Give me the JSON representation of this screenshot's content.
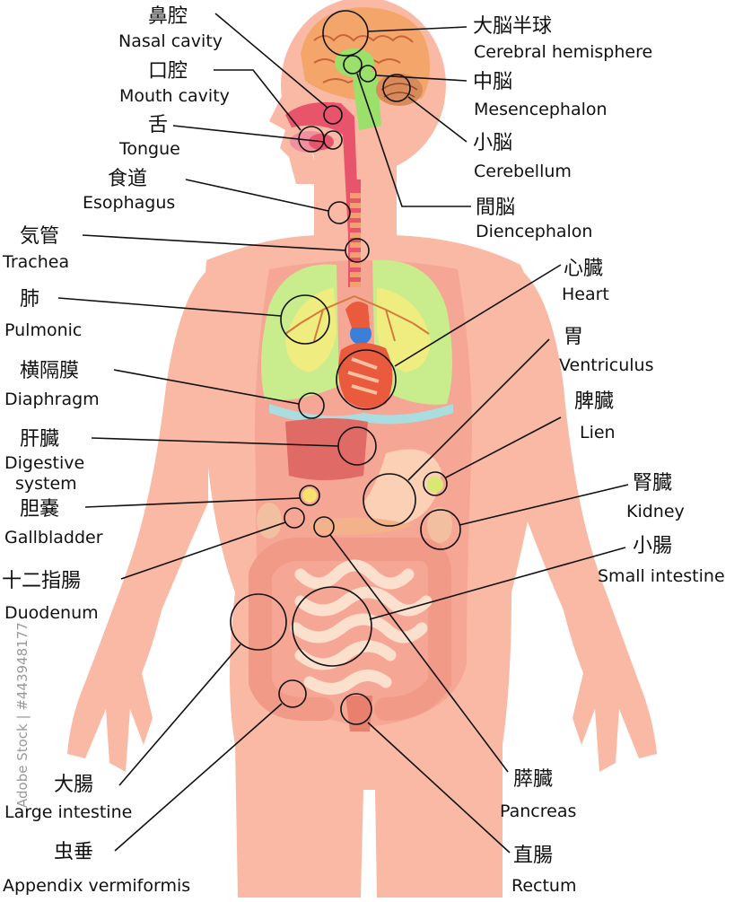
{
  "labels": {
    "cerebral_hemisphere": {
      "ja": "大脳半球",
      "en": "Cerebral hemisphere"
    },
    "mesencephalon": {
      "ja": "中脳",
      "en": "Mesencephalon"
    },
    "cerebellum": {
      "ja": "小脳",
      "en": "Cerebellum"
    },
    "diencephalon": {
      "ja": "間脳",
      "en": "Diencephalon"
    },
    "heart": {
      "ja": "心臓",
      "en": "Heart"
    },
    "ventriculus": {
      "ja": "胃",
      "en": "Ventriculus"
    },
    "lien": {
      "ja": "脾臓",
      "en": "Lien"
    },
    "kidney": {
      "ja": "腎臓",
      "en": "Kidney"
    },
    "small_intestine": {
      "ja": "小腸",
      "en": "Small intestine"
    },
    "pancreas": {
      "ja": "膵臓",
      "en": "Pancreas"
    },
    "rectum": {
      "ja": "直腸",
      "en": "Rectum"
    },
    "nasal_cavity": {
      "ja": "鼻腔",
      "en": "Nasal cavity"
    },
    "mouth_cavity": {
      "ja": "口腔",
      "en": "Mouth cavity"
    },
    "tongue": {
      "ja": "舌",
      "en": "Tongue"
    },
    "esophagus": {
      "ja": "食道",
      "en": "Esophagus"
    },
    "trachea": {
      "ja": "気管",
      "en": "Trachea"
    },
    "pulmonic": {
      "ja": "肺",
      "en": "Pulmonic"
    },
    "diaphragm": {
      "ja": "横隔膜",
      "en": "Diaphragm"
    },
    "digestive_system": {
      "ja": "肝臓",
      "en1": "Digestive",
      "en2": "system"
    },
    "gallbladder": {
      "ja": "胆嚢",
      "en": "Gallbladder"
    },
    "duodenum": {
      "ja": "十二指腸",
      "en": "Duodenum"
    },
    "large_intestine": {
      "ja": "大腸",
      "en": "Large intestine"
    },
    "appendix": {
      "ja": "虫垂",
      "en": "Appendix vermiformis"
    }
  },
  "watermark": {
    "side_text": "Adobe Stock | #443948177"
  },
  "colors": {
    "skin": "#f9b9a4",
    "body_inner": "#f49b8f",
    "lung": "#c9ec8c",
    "lung_inner": "#f6ec7e",
    "heart": "#e95b3c",
    "liver": "#e06a66",
    "intestine": "#fbe0cd",
    "colon": "#f29a88",
    "brain": "#f4a66a",
    "airway": "#e8546b"
  }
}
